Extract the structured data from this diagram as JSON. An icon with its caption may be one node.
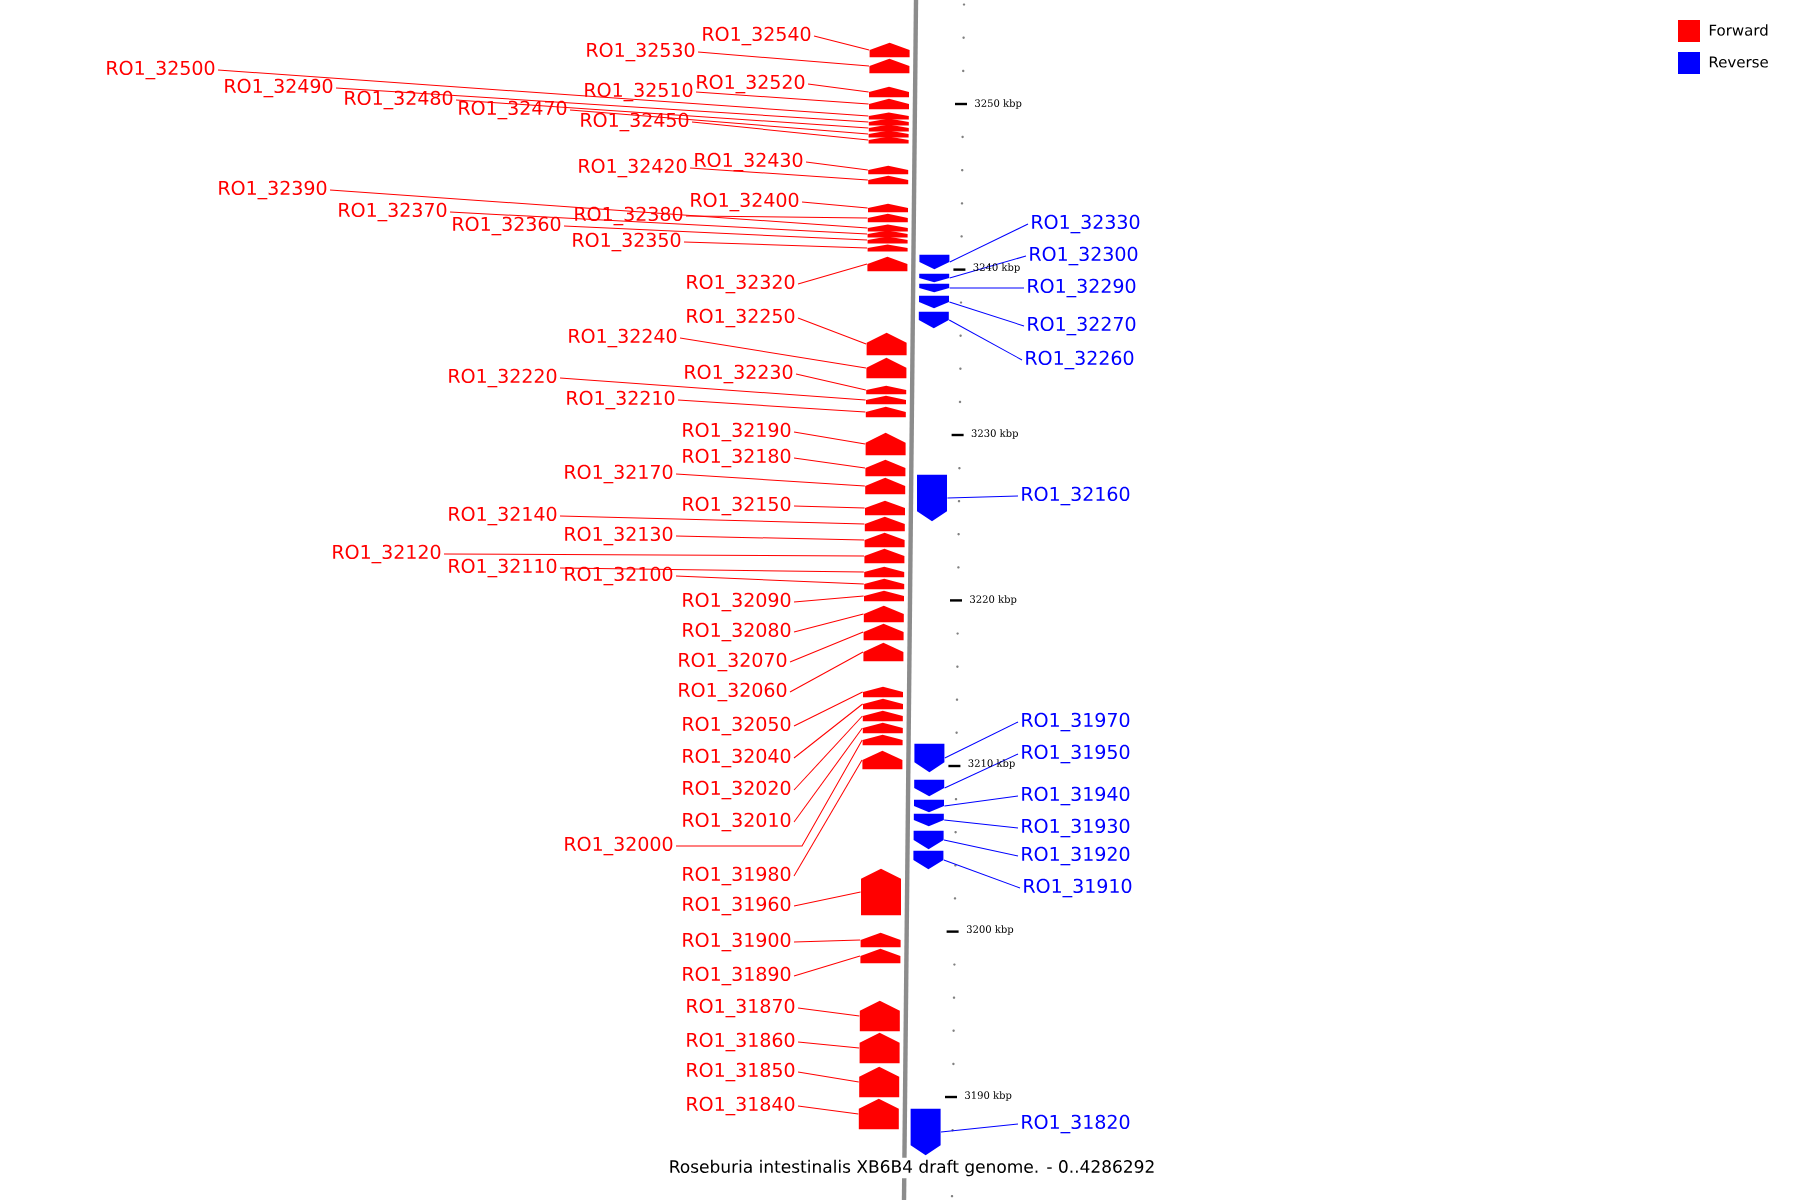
{
  "diagram": {
    "caption": "Roseburia intestinalis XB6B4 draft genome. - 0..4286292",
    "nodes": [
      {
        "text": [
          "RO1_32540"
        ]
      },
      {
        "text": [
          "RO1_32530"
        ]
      },
      {
        "text": [
          "RO1_32500"
        ]
      },
      {
        "text": [
          "RO1_32520"
        ]
      },
      {
        "text": [
          "RO1_32490"
        ]
      },
      {
        "text": [
          "RO1_32510"
        ]
      },
      {
        "text": [
          "RO1_32480"
        ]
      },
      {
        "text": [
          "RO1_32470"
        ]
      },
      {
        "text": [
          "RO1_32450"
        ]
      },
      {
        "text": [
          "RO1_32430"
        ]
      },
      {
        "text": [
          "RO1_32420"
        ]
      },
      {
        "text": [
          "RO1_32390"
        ]
      },
      {
        "text": [
          "RO1_32400"
        ]
      },
      {
        "text": [
          "RO1_32370"
        ]
      },
      {
        "text": [
          "RO1_32380"
        ]
      },
      {
        "text": [
          "RO1_32360"
        ]
      },
      {
        "text": [
          "RO1_32350"
        ]
      },
      {
        "text": [
          "RO1_32330"
        ]
      },
      {
        "text": [
          "RO1_32300"
        ]
      },
      {
        "text": [
          "RO1_32320"
        ]
      },
      {
        "text": [
          "RO1_32290"
        ]
      },
      {
        "text": [
          "RO1_32250"
        ]
      },
      {
        "text": [
          "RO1_32270"
        ]
      },
      {
        "text": [
          "RO1_32240"
        ]
      },
      {
        "text": [
          "RO1_32260"
        ]
      },
      {
        "text": [
          "RO1_32230"
        ]
      },
      {
        "text": [
          "RO1_32220"
        ]
      },
      {
        "text": [
          "RO1_32210"
        ]
      },
      {
        "text": [
          "RO1_32190"
        ]
      },
      {
        "text": [
          "RO1_32180"
        ]
      },
      {
        "text": [
          "RO1_32170"
        ]
      },
      {
        "text": [
          "RO1_32160"
        ]
      },
      {
        "text": [
          "RO1_32150"
        ]
      },
      {
        "text": [
          "RO1_32140"
        ]
      },
      {
        "text": [
          "RO1_32130"
        ]
      },
      {
        "text": [
          "RO1_32120"
        ]
      },
      {
        "text": [
          "RO1_32110"
        ]
      },
      {
        "text": [
          "RO1_32100"
        ]
      },
      {
        "text": [
          "RO1_32090"
        ]
      },
      {
        "text": [
          "RO1_32080"
        ]
      },
      {
        "text": [
          "RO1_32070"
        ]
      },
      {
        "text": [
          "RO1_32060"
        ]
      },
      {
        "text": [
          "RO1_31970"
        ]
      },
      {
        "text": [
          "RO1_32050"
        ]
      },
      {
        "text": [
          "RO1_31950"
        ]
      },
      {
        "text": [
          "RO1_32040"
        ]
      },
      {
        "text": [
          "RO1_31940"
        ]
      },
      {
        "text": [
          "RO1_32020"
        ]
      },
      {
        "text": [
          "RO1_31930"
        ]
      },
      {
        "text": [
          "RO1_31920"
        ]
      },
      {
        "text": [
          "RO1_32010"
        ]
      },
      {
        "text": [
          "RO1_32000"
        ]
      },
      {
        "text": [
          "RO1_31910"
        ]
      },
      {
        "text": [
          "RO1_31980"
        ]
      },
      {
        "text": [
          "RO1_31960"
        ]
      },
      {
        "text": [
          "RO1_31900"
        ]
      },
      {
        "text": [
          "RO1_31890"
        ]
      },
      {
        "text": [
          "RO1_31870"
        ]
      },
      {
        "text": [
          "RO1_31860"
        ]
      },
      {
        "text": [
          "RO1_31850"
        ]
      },
      {
        "text": [
          "RO1_31840"
        ]
      },
      {
        "text": [
          "RO1_31820"
        ]
      },
      {
        "text": [],
        "shape": "arrow"
      },
      {
        "text": [],
        "shape": "arrow"
      },
      {
        "text": [],
        "shape": "arrow"
      },
      {
        "text": [],
        "shape": "arrow"
      },
      {
        "text": [],
        "shape": "arrow"
      },
      {
        "text": [],
        "shape": "arrow"
      },
      {
        "text": [],
        "shape": "arrow"
      },
      {
        "text": [],
        "shape": "arrow"
      },
      {
        "text": [],
        "shape": "arrow"
      },
      {
        "text": [],
        "shape": "arrow"
      },
      {
        "text": [],
        "shape": "arrow"
      },
      {
        "text": [],
        "shape": "arrow"
      },
      {
        "text": [],
        "shape": "arrow"
      },
      {
        "text": [],
        "shape": "arrow"
      },
      {
        "text": [],
        "shape": "arrow"
      },
      {
        "text": [],
        "shape": "arrow"
      },
      {
        "text": [],
        "shape": "arrow"
      },
      {
        "text": [],
        "shape": "arrow"
      },
      {
        "text": [],
        "shape": "arrow"
      },
      {
        "text": [],
        "shape": "arrow"
      },
      {
        "text": [],
        "shape": "arrow"
      },
      {
        "text": [],
        "shape": "arrow"
      },
      {
        "text": [],
        "shape": "arrow"
      },
      {
        "text": [],
        "shape": "arrow"
      },
      {
        "text": [],
        "shape": "arrow"
      },
      {
        "text": [],
        "shape": "arrow"
      },
      {
        "text": [],
        "shape": "arrow"
      },
      {
        "text": [],
        "shape": "arrow"
      },
      {
        "text": [],
        "shape": "arrow"
      },
      {
        "text": [],
        "shape": "arrow"
      },
      {
        "text": [],
        "shape": "arrow"
      },
      {
        "text": [],
        "shape": "arrow"
      },
      {
        "text": [],
        "shape": "arrow"
      },
      {
        "text": [],
        "shape": "arrow"
      },
      {
        "text": [],
        "shape": "arrow"
      },
      {
        "text": [],
        "shape": "arrow"
      },
      {
        "text": [],
        "shape": "arrow"
      },
      {
        "text": [],
        "shape": "arrow"
      },
      {
        "text": [],
        "shape": "arrow"
      },
      {
        "text": [],
        "shape": "arrow"
      },
      {
        "text": [],
        "shape": "arrow"
      },
      {
        "text": [],
        "shape": "arrow"
      },
      {
        "text": [],
        "shape": "arrow"
      },
      {
        "text": [],
        "shape": "arrow"
      },
      {
        "text": [],
        "shape": "arrow"
      },
      {
        "text": [],
        "shape": "arrow"
      },
      {
        "text": [],
        "shape": "arrow"
      },
      {
        "text": [],
        "shape": "arrow"
      },
      {
        "text": [],
        "shape": "arrow"
      },
      {
        "text": [],
        "shape": "arrow"
      },
      {
        "text": [],
        "shape": "arrow"
      },
      {
        "text": [],
        "shape": "arrow"
      },
      {
        "text": [],
        "shape": "arrow"
      },
      {
        "text": [],
        "shape": "arrow"
      },
      {
        "text": [],
        "shape": "arrow"
      },
      {
        "text": [],
        "shape": "arrow"
      },
      {
        "text": [],
        "shape": "arrow"
      },
      {
        "text": [],
        "shape": "arrow"
      },
      {
        "text": [],
        "shape": "arrow"
      },
      {
        "text": [],
        "shape": "arrow"
      },
      {
        "text": [],
        "shape": "arrow"
      },
      {
        "text": [],
        "shape": "arrow"
      }
    ],
    "edges": [
      {
        "from": 0,
        "to": 62,
        "arrow": "none"
      },
      {
        "from": 1,
        "to": 63,
        "arrow": "none"
      },
      {
        "from": 2,
        "to": 64,
        "arrow": "none"
      },
      {
        "from": 3,
        "to": 65,
        "arrow": "none"
      },
      {
        "from": 4,
        "to": 66,
        "arrow": "none"
      },
      {
        "from": 5,
        "to": 67,
        "arrow": "none"
      },
      {
        "from": 6,
        "to": 68,
        "arrow": "none"
      },
      {
        "from": 7,
        "to": 69,
        "arrow": "none"
      },
      {
        "from": 8,
        "to": 70,
        "arrow": "none"
      },
      {
        "from": 9,
        "to": 71,
        "arrow": "none"
      },
      {
        "from": 10,
        "to": 72,
        "arrow": "none"
      },
      {
        "from": 11,
        "to": 73,
        "arrow": "none"
      },
      {
        "from": 12,
        "to": 74,
        "arrow": "none"
      },
      {
        "from": 13,
        "to": 75,
        "arrow": "none"
      },
      {
        "from": 14,
        "to": 76,
        "arrow": "none"
      },
      {
        "from": 15,
        "to": 77,
        "arrow": "none"
      },
      {
        "from": 16,
        "to": 78,
        "arrow": "none"
      },
      {
        "from": 17,
        "to": 79,
        "arrow": "none",
        "color": "#0000ff"
      },
      {
        "from": 18,
        "to": 80,
        "arrow": "none",
        "color": "#0000ff"
      },
      {
        "from": 19,
        "to": 81,
        "arrow": "none"
      },
      {
        "from": 20,
        "to": 82,
        "arrow": "none",
        "color": "#0000ff"
      },
      {
        "from": 21,
        "to": 83,
        "arrow": "none"
      },
      {
        "from": 22,
        "to": 84,
        "arrow": "none",
        "color": "#0000ff"
      },
      {
        "from": 23,
        "to": 85,
        "arrow": "none"
      },
      {
        "from": 24,
        "to": 86,
        "arrow": "none",
        "color": "#0000ff"
      },
      {
        "from": 25,
        "to": 87,
        "arrow": "none"
      },
      {
        "from": 26,
        "to": 88,
        "arrow": "none"
      },
      {
        "from": 27,
        "to": 89,
        "arrow": "none"
      },
      {
        "from": 28,
        "to": 90,
        "arrow": "none"
      },
      {
        "from": 29,
        "to": 91,
        "arrow": "none"
      },
      {
        "from": 30,
        "to": 92,
        "arrow": "none"
      },
      {
        "from": 31,
        "to": 93,
        "arrow": "none",
        "color": "#0000ff"
      },
      {
        "from": 32,
        "to": 94,
        "arrow": "none"
      },
      {
        "from": 33,
        "to": 95,
        "arrow": "none"
      },
      {
        "from": 34,
        "to": 96,
        "arrow": "none"
      },
      {
        "from": 35,
        "to": 97,
        "arrow": "none"
      },
      {
        "from": 36,
        "to": 98,
        "arrow": "none"
      },
      {
        "from": 37,
        "to": 99,
        "arrow": "none"
      },
      {
        "from": 38,
        "to": 100,
        "arrow": "none"
      },
      {
        "from": 39,
        "to": 101,
        "arrow": "none"
      },
      {
        "from": 40,
        "to": 102,
        "arrow": "none"
      },
      {
        "from": 41,
        "to": 103,
        "arrow": "none"
      },
      {
        "from": 42,
        "to": 104,
        "arrow": "none",
        "color": "#0000ff"
      },
      {
        "from": 43,
        "to": 105,
        "arrow": "none"
      },
      {
        "from": 44,
        "to": 106,
        "arrow": "none",
        "color": "#0000ff"
      },
      {
        "from": 45,
        "to": 107,
        "arrow": "none"
      },
      {
        "from": 46,
        "to": 108,
        "arrow": "none",
        "color": "#0000ff"
      },
      {
        "from": 47,
        "to": 109,
        "arrow": "none"
      },
      {
        "from": 48,
        "to": 110,
        "arrow": "none",
        "color": "#0000ff"
      },
      {
        "from": 49,
        "to": 111,
        "arrow": "none",
        "color": "#0000ff"
      },
      {
        "from": 50,
        "to": 112,
        "arrow": "none"
      },
      {
        "from": 51,
        "to": 113,
        "arrow": "none"
      },
      {
        "from": 52,
        "to": 114,
        "arrow": "none",
        "color": "#0000ff"
      },
      {
        "from": 53,
        "to": 115,
        "arrow": "none"
      },
      {
        "from": 54,
        "to": 116,
        "arrow": "none"
      },
      {
        "from": 55,
        "to": 117,
        "arrow": "none"
      },
      {
        "from": 56,
        "to": 118,
        "arrow": "none"
      },
      {
        "from": 57,
        "to": 119,
        "arrow": "none"
      },
      {
        "from": 58,
        "to": 120,
        "arrow": "none"
      },
      {
        "from": 59,
        "to": 121,
        "arrow": "none"
      },
      {
        "from": 60,
        "to": 122,
        "arrow": "none"
      },
      {
        "from": 61,
        "to": 123,
        "arrow": "none",
        "color": "#0000ff"
      }
    ],
    "labels": [
      "3250 kbp",
      "3240 kbp",
      "3230 kbp",
      "3220 kbp",
      "3210 kbp",
      "3200 kbp",
      "3190 kbp"
    ],
    "legend": [
      {
        "text": "Forward",
        "color": "#ff0000"
      },
      {
        "text": "Reverse",
        "color": "#0000ff"
      }
    ]
  }
}
